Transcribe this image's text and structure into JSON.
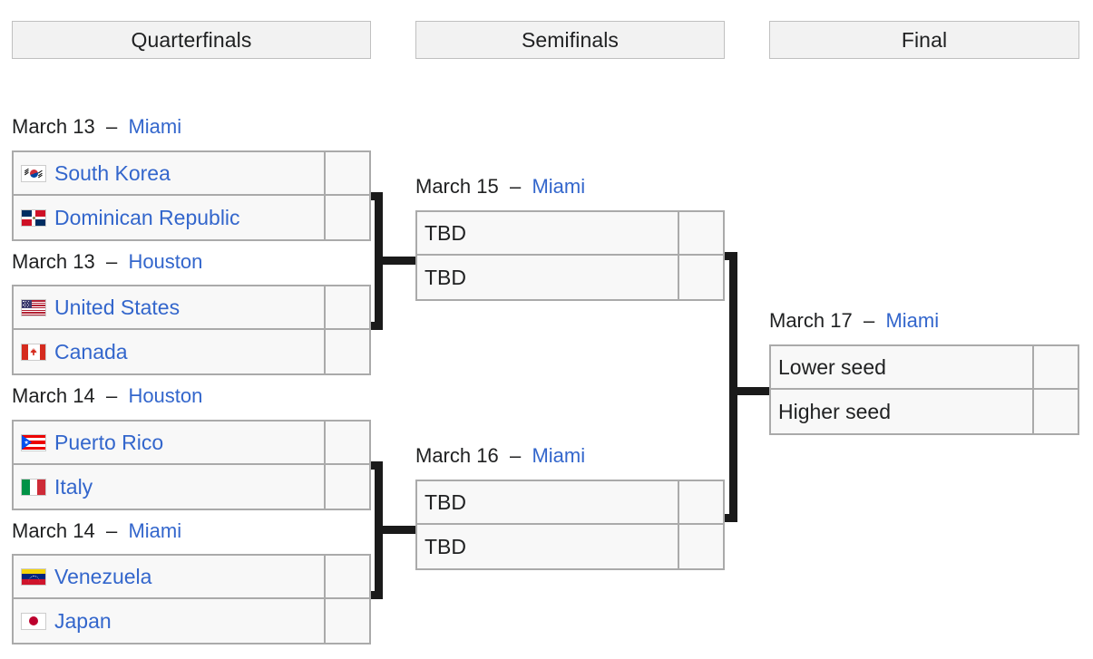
{
  "headers": [
    {
      "label": "Quarterfinals"
    },
    {
      "label": "Semifinals"
    },
    {
      "label": "Final"
    }
  ],
  "colors": {
    "link": "#3366cc",
    "text": "#202122",
    "cell_bg": "#f8f8f8",
    "cell_border": "#aaaaaa",
    "header_bg": "#f2f2f2",
    "connector": "#1a1a1a"
  },
  "separator": "–",
  "quarterfinals": [
    {
      "date": "March 13",
      "venue": "Miami",
      "teams": [
        {
          "name": "South Korea",
          "flag": "south-korea-flag",
          "score": ""
        },
        {
          "name": "Dominican Republic",
          "flag": "dominican-republic-flag",
          "score": ""
        }
      ]
    },
    {
      "date": "March 13",
      "venue": "Houston",
      "teams": [
        {
          "name": "United States",
          "flag": "united-states-flag",
          "score": ""
        },
        {
          "name": "Canada",
          "flag": "canada-flag",
          "score": ""
        }
      ]
    },
    {
      "date": "March 14",
      "venue": "Houston",
      "teams": [
        {
          "name": "Puerto Rico",
          "flag": "puerto-rico-flag",
          "score": ""
        },
        {
          "name": "Italy",
          "flag": "italy-flag",
          "score": ""
        }
      ]
    },
    {
      "date": "March 14",
      "venue": "Miami",
      "teams": [
        {
          "name": "Venezuela",
          "flag": "venezuela-flag",
          "score": ""
        },
        {
          "name": "Japan",
          "flag": "japan-flag",
          "score": ""
        }
      ]
    }
  ],
  "semifinals": [
    {
      "date": "March 15",
      "venue": "Miami",
      "teams": [
        {
          "name": "TBD",
          "score": ""
        },
        {
          "name": "TBD",
          "score": ""
        }
      ]
    },
    {
      "date": "March 16",
      "venue": "Miami",
      "teams": [
        {
          "name": "TBD",
          "score": ""
        },
        {
          "name": "TBD",
          "score": ""
        }
      ]
    }
  ],
  "final": {
    "date": "March 17",
    "venue": "Miami",
    "teams": [
      {
        "name": "Lower seed",
        "score": ""
      },
      {
        "name": "Higher seed",
        "score": ""
      }
    ]
  }
}
